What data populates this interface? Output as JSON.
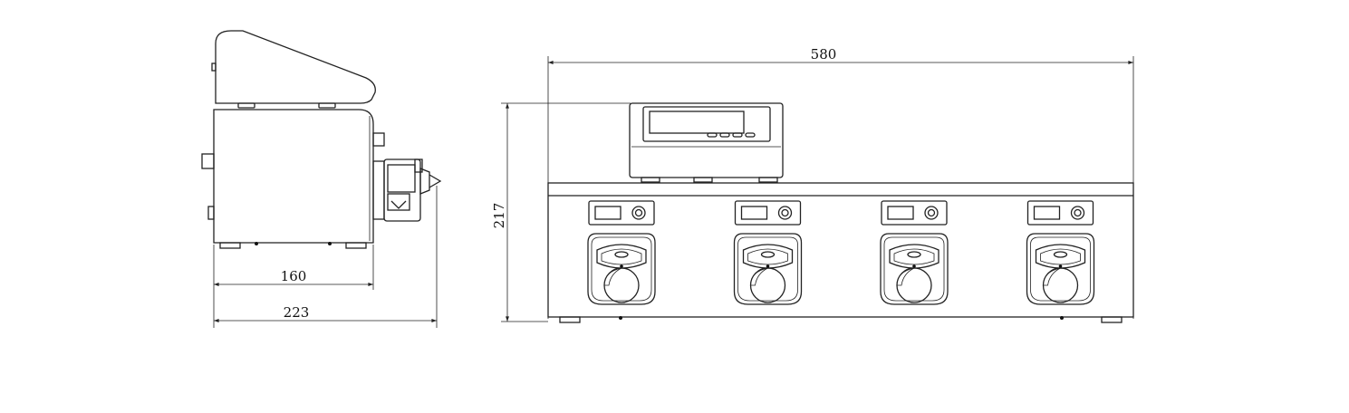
{
  "dimensions": {
    "side_depth_body": "160",
    "side_depth_total": "223",
    "front_width": "580",
    "front_height": "217"
  },
  "front_view": {
    "pump_head_count": 4,
    "has_display_unit": true
  },
  "colors": {
    "line": "#222222",
    "background": "#ffffff"
  }
}
